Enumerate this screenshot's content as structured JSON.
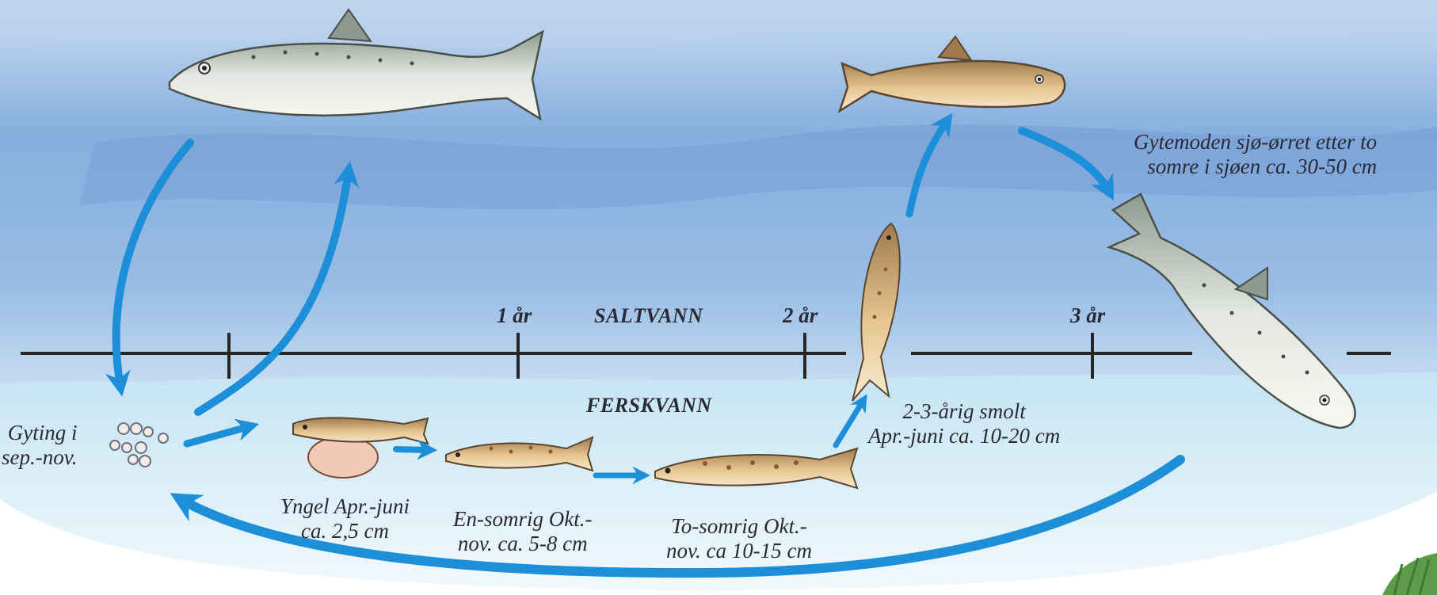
{
  "timeline": {
    "ticks": [
      "1 år",
      "2 år",
      "3 år"
    ],
    "zone_salt": "SALTVANN",
    "zone_fresh": "FERSKVANN"
  },
  "stages": {
    "spawning": [
      "Gyting i",
      "sep.-nov."
    ],
    "fry": [
      "Yngel Apr.-juni",
      "ca. 2,5 cm"
    ],
    "one_summer": [
      "En-somrig Okt.-",
      "nov. ca. 5-8 cm"
    ],
    "two_summer": [
      "To-somrig Okt.-",
      "nov. ca 10-15 cm"
    ],
    "smolt": [
      "2-3-årig smolt",
      "Apr.-juni ca. 10-20 cm"
    ],
    "mature": [
      "Gytemoden sjø-ørret etter to",
      "somre i sjøen ca. 30-50 cm"
    ]
  },
  "colors": {
    "sky_blue": "#7fa7d8",
    "fresh_water": "#d3ebf6",
    "arrow_blue": "#1d8fd8",
    "axis": "#262626"
  }
}
